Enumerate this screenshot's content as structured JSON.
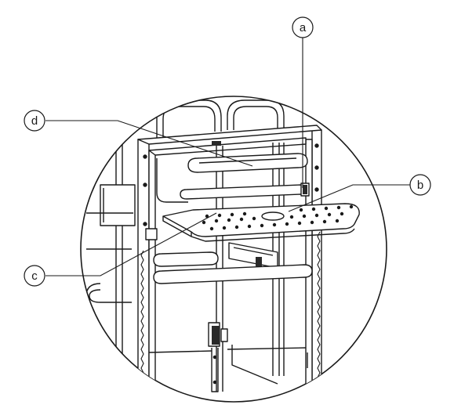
{
  "callouts": {
    "a": "a",
    "b": "b",
    "c": "c",
    "d": "d"
  },
  "colors": {
    "line": "#1a1a1a",
    "background": "#ffffff",
    "shade": "#cfcfcf",
    "dark_part": "#2a2a2a"
  }
}
